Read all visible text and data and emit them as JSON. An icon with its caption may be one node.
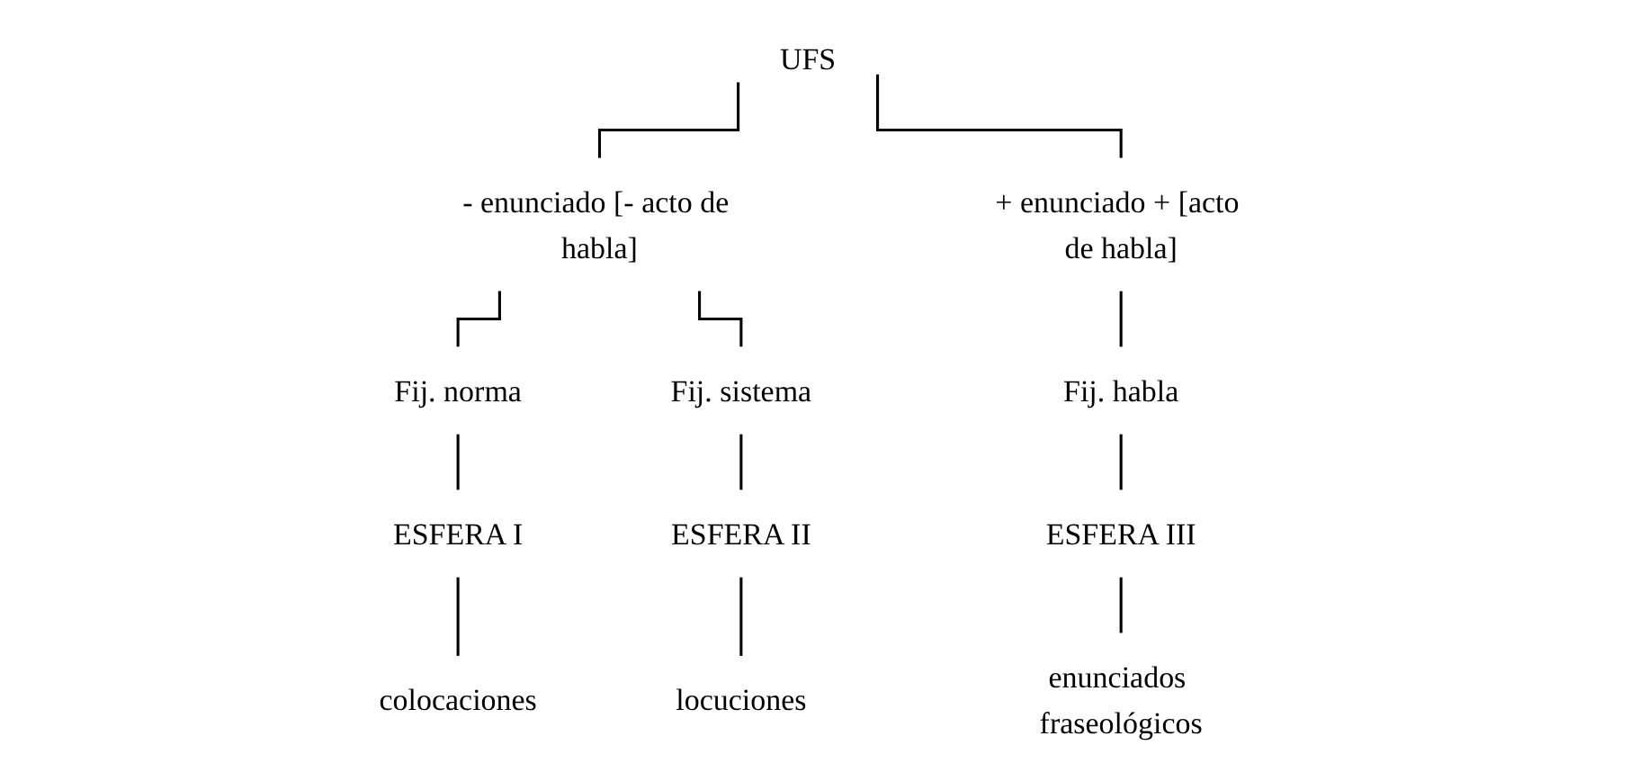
{
  "diagram": {
    "nodes": [
      {
        "text": [
          "UFS"
        ]
      },
      {
        "text": [
          "- enunciado [- acto de habla]"
        ]
      },
      {
        "text": [
          "+ enunciado + [acto de habla]"
        ]
      },
      {
        "text": [
          "Fij. norma"
        ]
      },
      {
        "text": [
          "Fij. sistema"
        ]
      },
      {
        "text": [
          "Fij. habla"
        ]
      },
      {
        "text": [
          "ESFERA I"
        ]
      },
      {
        "text": [
          "ESFERA II"
        ]
      },
      {
        "text": [
          "ESFERA III"
        ]
      },
      {
        "text": [
          "colocaciones"
        ]
      },
      {
        "text": [
          "locuciones"
        ]
      },
      {
        "text": [
          "enunciados fraseológicos"
        ]
      }
    ],
    "edges": [
      {
        "from": 0,
        "to": 1,
        "arrow": "none"
      },
      {
        "from": 0,
        "to": 2,
        "arrow": "none"
      },
      {
        "from": 1,
        "to": 3,
        "arrow": "none"
      },
      {
        "from": 1,
        "to": 4,
        "arrow": "none"
      },
      {
        "from": 2,
        "to": 5,
        "arrow": "none"
      },
      {
        "from": 3,
        "to": 6,
        "arrow": "none"
      },
      {
        "from": 4,
        "to": 7,
        "arrow": "none"
      },
      {
        "from": 5,
        "to": 8,
        "arrow": "none"
      },
      {
        "from": 6,
        "to": 9,
        "arrow": "none"
      },
      {
        "from": 7,
        "to": 10,
        "arrow": "none"
      },
      {
        "from": 8,
        "to": 11,
        "arrow": "none"
      }
    ]
  }
}
